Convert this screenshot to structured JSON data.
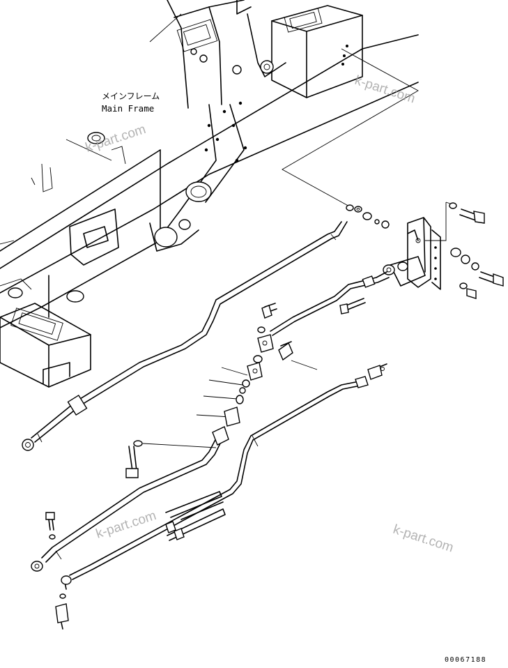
{
  "diagram": {
    "label_main_frame_jp": "メインフレーム",
    "label_main_frame_en": "Main Frame",
    "watermarks": [
      "k-part.com",
      "k-part.com",
      "k-part.com",
      "k-part.com"
    ],
    "drawing_code": "00067188"
  }
}
